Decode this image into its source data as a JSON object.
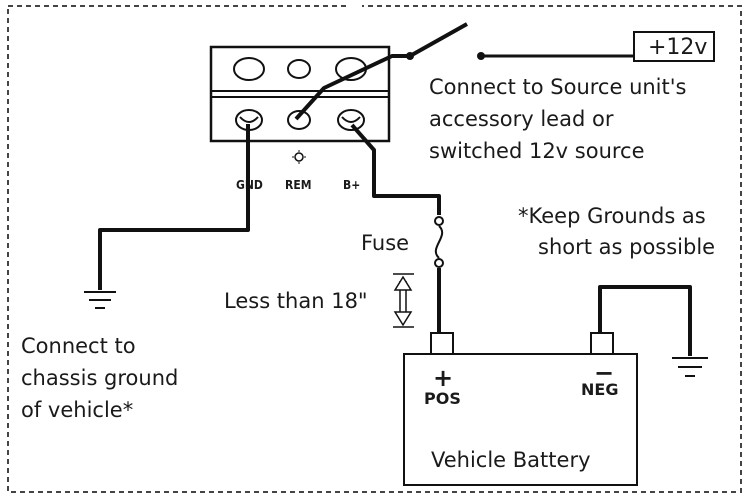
{
  "labels": {
    "source_box": "+12v",
    "connect_source": [
      "Connect to Source unit's",
      "accessory lead or",
      "switched 12v source"
    ],
    "keep_grounds": [
      "*Keep Grounds as",
      "short as possible"
    ],
    "fuse": "Fuse",
    "less_than": "Less than 18\"",
    "connect_chassis": [
      "Connect to",
      "chassis ground",
      "of vehicle*"
    ],
    "battery": "Vehicle Battery",
    "pos_sign": "+",
    "pos": "POS",
    "neg_sign": "−",
    "neg": "NEG"
  },
  "terminals": {
    "gnd": "GND",
    "rem": "REM",
    "bplus": "B+"
  },
  "colors": {
    "line": "#111111",
    "border": "#444444",
    "text": "#1a1a1a",
    "background": "#ffffff"
  }
}
